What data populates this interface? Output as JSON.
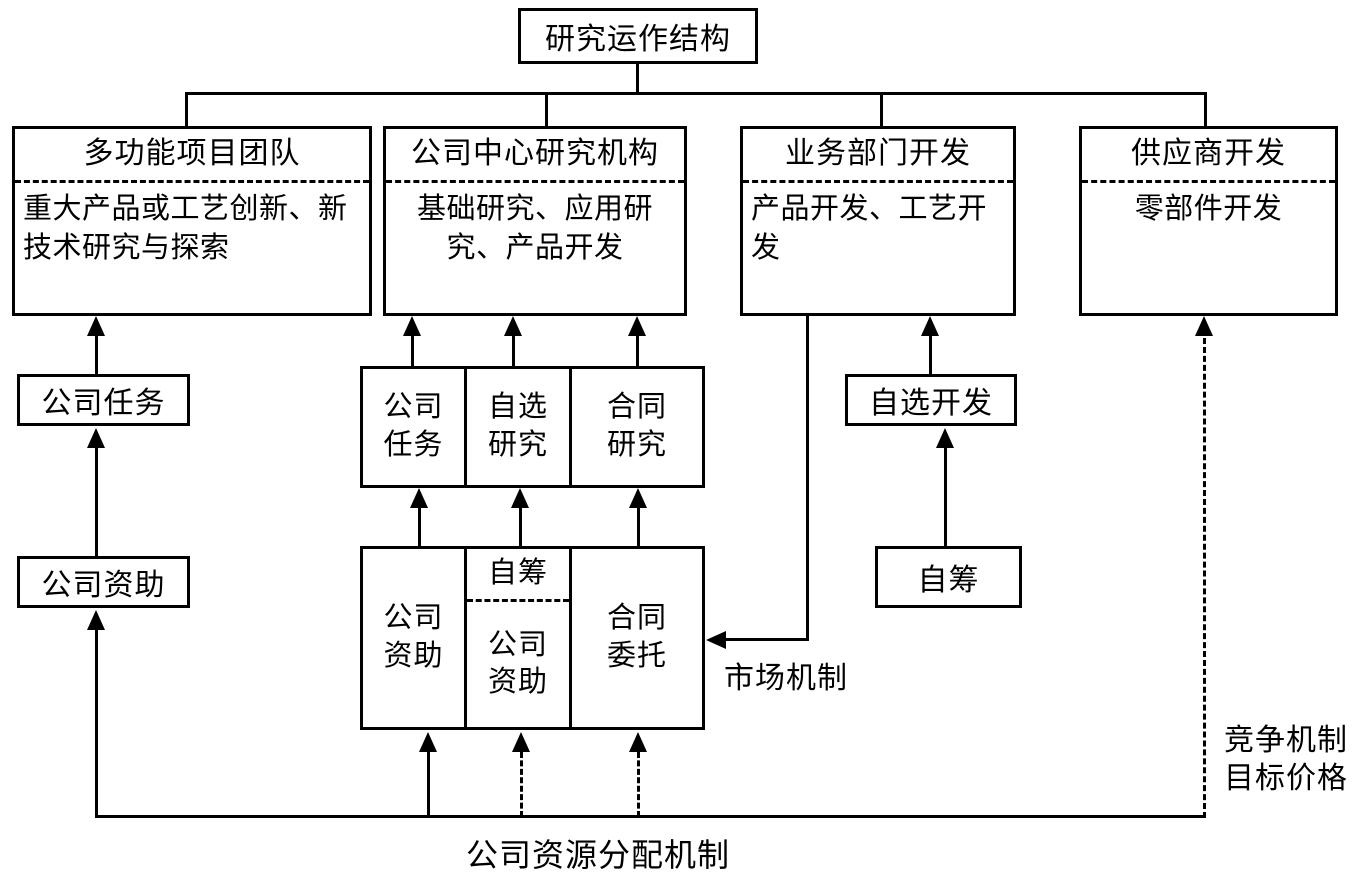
{
  "diagram": {
    "title_box": {
      "label": "研究运作结构"
    },
    "level1": [
      {
        "title": "多功能项目团队",
        "body": "重大产品或工艺创新、新技术研究与探索"
      },
      {
        "title": "公司中心研究机构",
        "body": "基础研究、应用研究、产品开发"
      },
      {
        "title": "业务部门开发",
        "body": "产品开发、工艺开发"
      },
      {
        "title": "供应商开发",
        "body": "零部件开发"
      }
    ],
    "left_column": {
      "task": "公司任务",
      "funding": "公司资助"
    },
    "research_types": [
      {
        "line1": "公司",
        "line2": "任务"
      },
      {
        "line1": "自选",
        "line2": "研究"
      },
      {
        "line1": "合同",
        "line2": "研究"
      }
    ],
    "funding_sources": {
      "cell1": {
        "line1": "公司",
        "line2": "资助"
      },
      "cell2": {
        "top": "自筹",
        "line1": "公司",
        "line2": "资助"
      },
      "cell3": {
        "line1": "合同",
        "line2": "委托"
      }
    },
    "business_unit": {
      "self_dev": "自选开发",
      "self_fund": "自筹"
    },
    "annotations": {
      "market_mechanism": "市场机制",
      "competition_mechanism": "竞争机制",
      "target_price": "目标价格",
      "bottom_label": "公司资源分配机制"
    }
  }
}
